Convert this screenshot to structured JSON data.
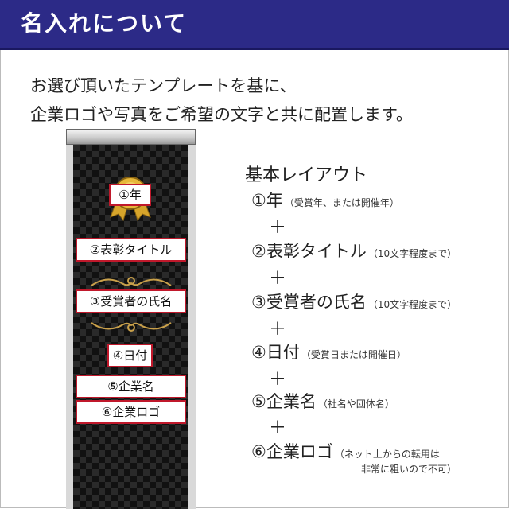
{
  "header": {
    "title": "名入れについて",
    "bg_color": "#2c2a87"
  },
  "intro": {
    "line1": "お選び頂いたテンプレートを基に、",
    "line2": "企業ロゴや写真をご希望の文字と共に配置します。"
  },
  "banner": {
    "tags": {
      "year": "①年",
      "award_title": "②表彰タイトル",
      "recipient": "③受賞者の氏名",
      "date": "④日付",
      "company": "⑤企業名",
      "logo": "⑥企業ロゴ"
    },
    "accent_color": "#c0182b"
  },
  "layout": {
    "title": "基本レイアウト",
    "plus": "＋",
    "items": [
      {
        "label": "①年",
        "note": "（受賞年、または開催年）"
      },
      {
        "label": "②表彰タイトル",
        "note": "（10文字程度まで）"
      },
      {
        "label": "③受賞者の氏名",
        "note": "（10文字程度まで）"
      },
      {
        "label": "④日付",
        "note": "（受賞日または開催日）"
      },
      {
        "label": "⑤企業名",
        "note": "（社名や団体名）"
      },
      {
        "label": "⑥企業ロゴ",
        "note": "（ネット上からの転用は",
        "note2": "非常に粗いので不可）"
      }
    ]
  }
}
